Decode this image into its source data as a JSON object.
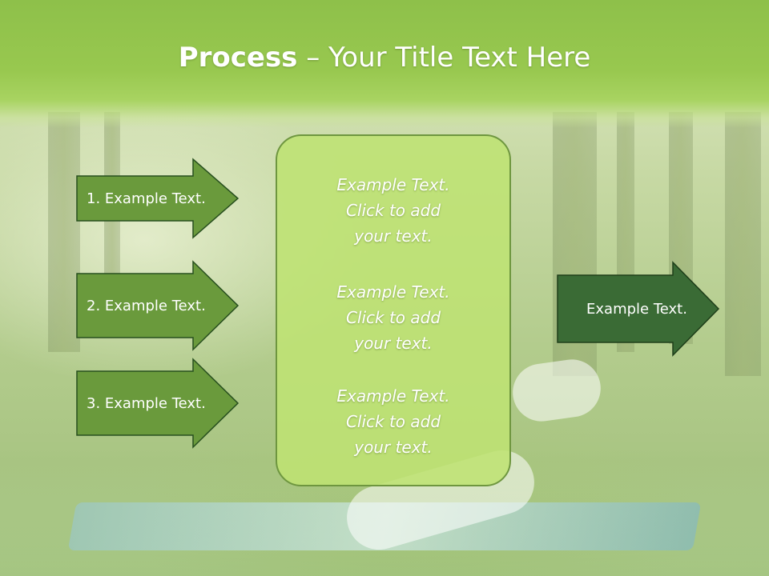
{
  "slide": {
    "title_bold": "Process",
    "title_rest": " – Your Title Text Here"
  },
  "left_arrows": [
    {
      "label": "1. Example Text."
    },
    {
      "label": "2. Example Text."
    },
    {
      "label": "3. Example Text."
    }
  ],
  "center_box": {
    "blocks": [
      {
        "lines": [
          "Example Text.",
          "Click  to add",
          "your text."
        ]
      },
      {
        "lines": [
          "Example Text.",
          "Click  to add",
          "your text."
        ]
      },
      {
        "lines": [
          "Example Text.",
          "Click  to add",
          "your text."
        ]
      }
    ]
  },
  "right_arrow": {
    "label": "Example Text."
  },
  "colors": {
    "title_band": "#8ec04a",
    "left_arrow_fill": "#6a9a3c",
    "right_arrow_fill": "#3a6b35",
    "arrow_stroke": "#274f1e",
    "center_box_fill": "#bee273",
    "text": "#ffffff"
  }
}
